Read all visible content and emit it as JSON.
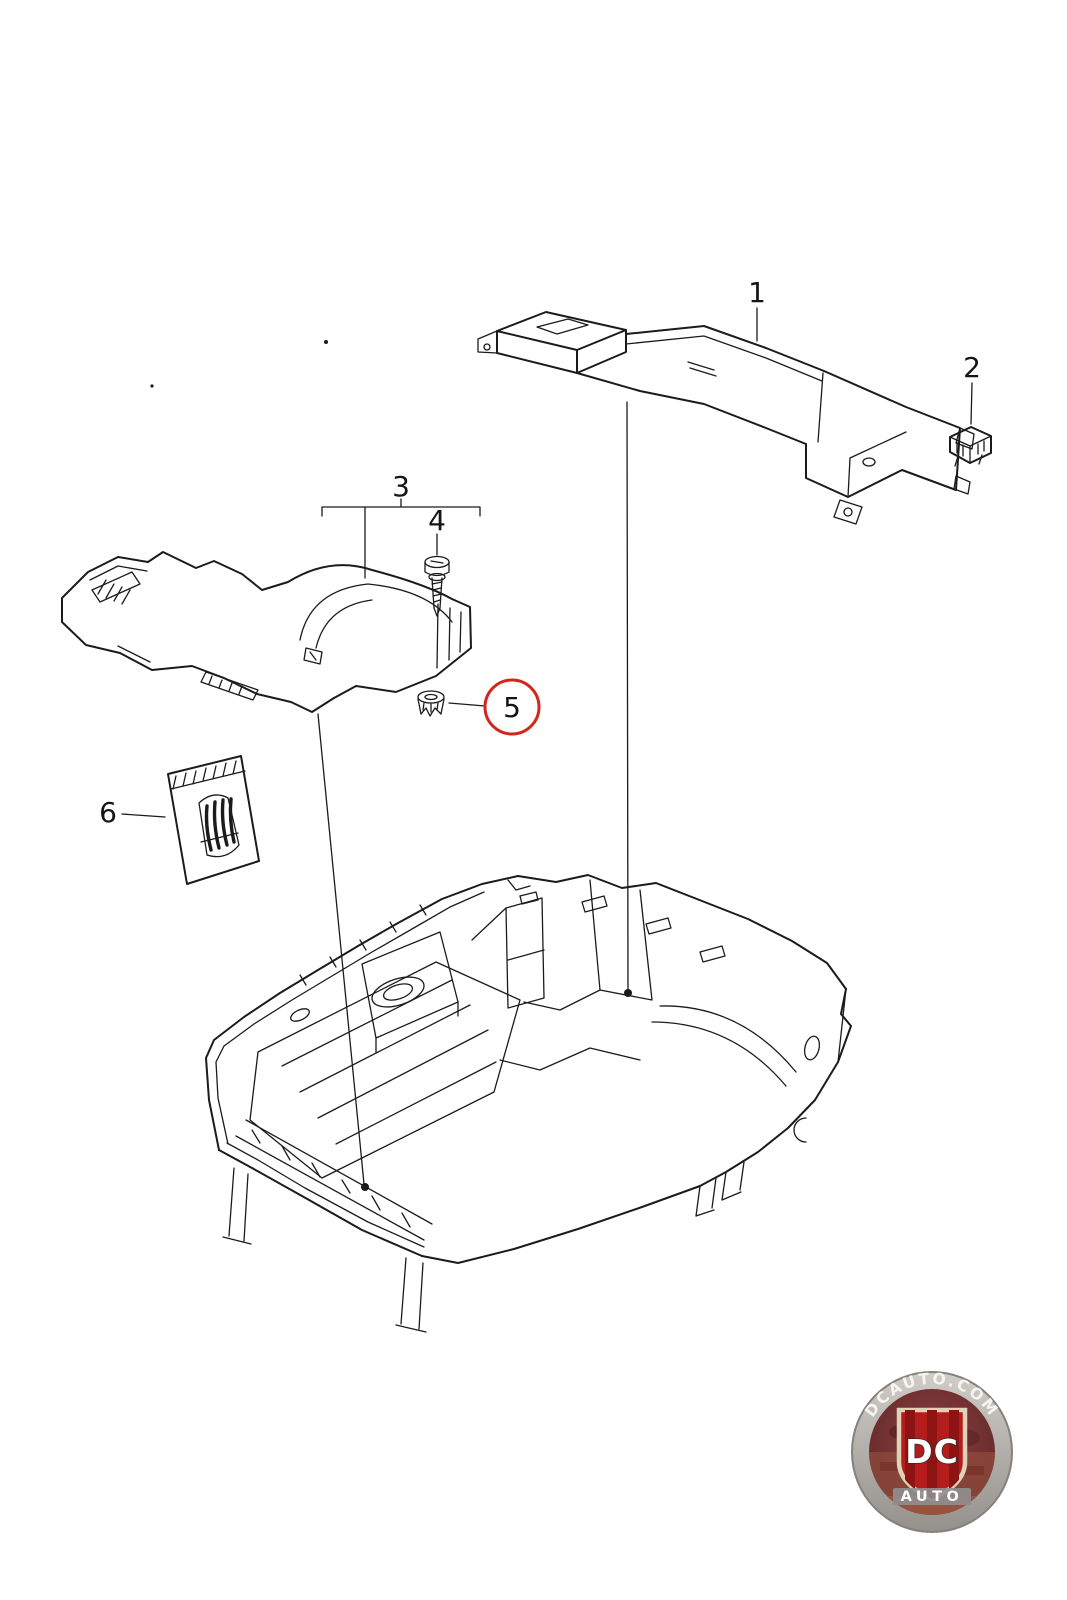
{
  "figure": {
    "background": "#ffffff",
    "line_color": "#1b1b1b",
    "highlight_color": "#d3251c"
  },
  "parts": [
    {
      "label": "1"
    },
    {
      "label": "2"
    },
    {
      "label": "3"
    },
    {
      "label": "4"
    },
    {
      "label": "5"
    },
    {
      "label": "6"
    }
  ],
  "watermark": {
    "arc_text": "DCAUTO.COM",
    "shield_text": "DC",
    "sub_text": "AUTO"
  }
}
